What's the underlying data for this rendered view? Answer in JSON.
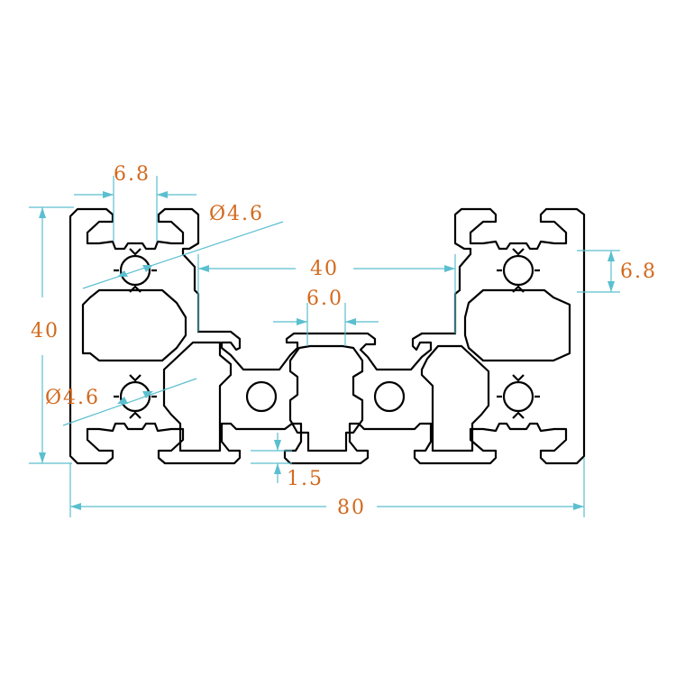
{
  "dimensions": {
    "slot_width_top_left": "6.8",
    "hole_diameter_top": "Ø4.6",
    "hole_diameter_bottom": "Ø4.6",
    "height_left": "40",
    "pitch_top": "40",
    "slot_width_center": "6.0",
    "slot_width_right": "6.8",
    "wall_thickness": "1.5",
    "total_width": "80"
  },
  "colors": {
    "dimension_text": "#d2691e",
    "dimension_line": "#5bbfcf",
    "profile_outline": "#000000"
  }
}
